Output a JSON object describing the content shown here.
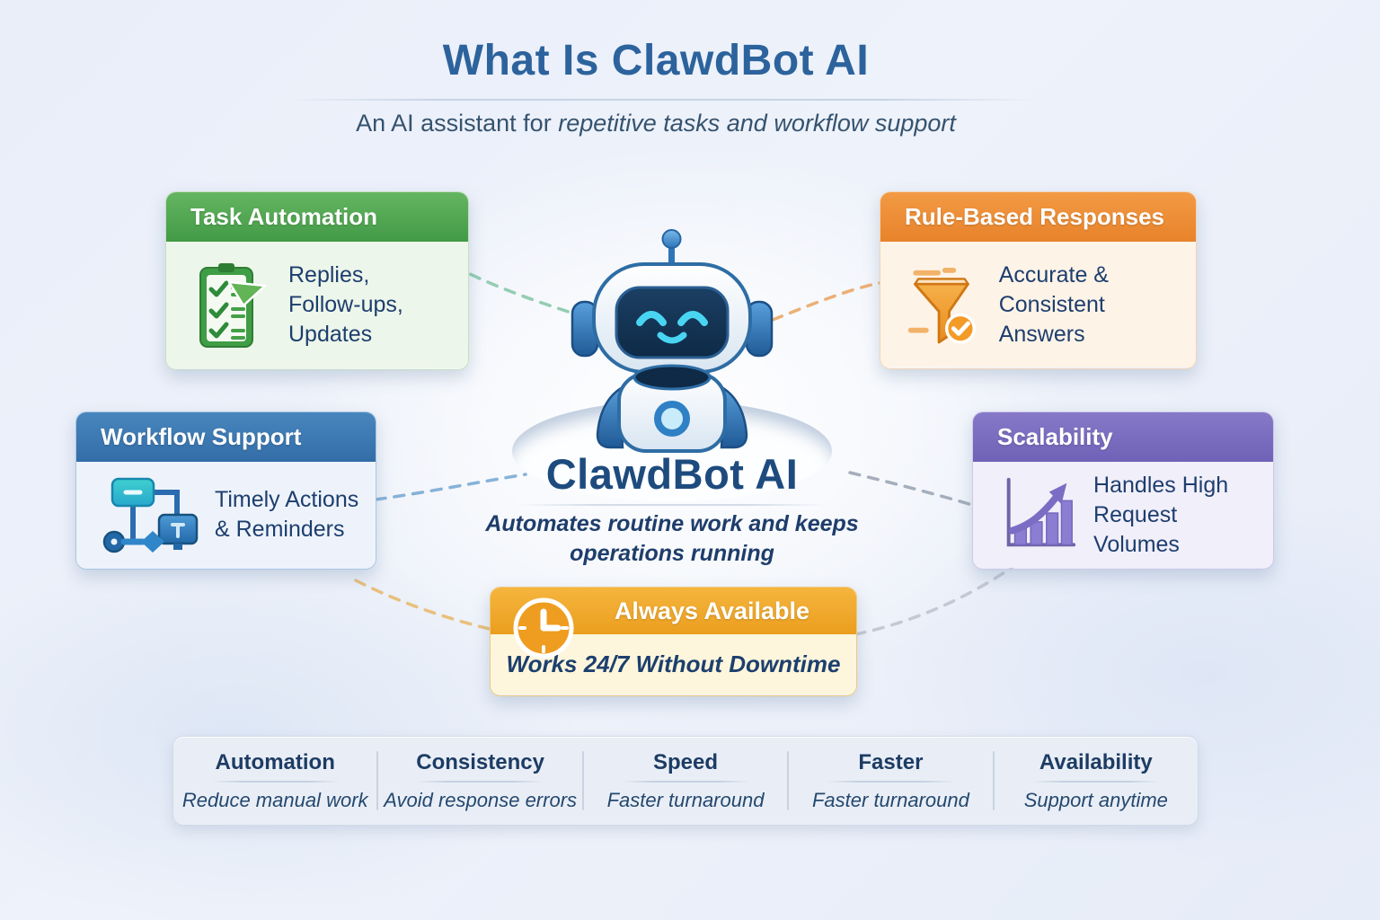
{
  "page": {
    "background_color": "#edf1f8",
    "title": "What Is ClawdBot AI",
    "title_color": "#2c639c",
    "subtitle_prefix": "An AI assistant for ",
    "subtitle_emphasis": "repetitive tasks and workflow support"
  },
  "center": {
    "robot_icon": "robot-mascot",
    "name": "ClawdBot AI",
    "tagline_line1": "Automates routine work and keeps",
    "tagline_line2": "operations running"
  },
  "cards": {
    "task_automation": {
      "title": "Task Automation",
      "icon": "checklist-icon",
      "accent": "#4aa44d",
      "line1": "Replies,",
      "line2": "Follow-ups,",
      "line3": "Updates"
    },
    "rule_based_responses": {
      "title": "Rule-Based Responses",
      "icon": "funnel-check-icon",
      "accent": "#ed8a32",
      "line1": "Accurate &",
      "line2": "Consistent Answers"
    },
    "workflow_support": {
      "title": "Workflow Support",
      "icon": "flowchart-icon",
      "accent": "#3d7ab4",
      "line1": "Timely Actions",
      "line2": "& Reminders"
    },
    "scalability": {
      "title": "Scalability",
      "icon": "growth-chart-icon",
      "accent": "#7568bd",
      "line1": "Handles High",
      "line2": "Request Volumes"
    },
    "always_available": {
      "title": "Always Available",
      "icon": "clock-icon",
      "accent": "#efa72c",
      "body": "Works 24/7 Without Downtime"
    }
  },
  "benefits": {
    "items": [
      {
        "title": "Automation",
        "subtitle": "Reduce manual work"
      },
      {
        "title": "Consistency",
        "subtitle": "Avoid response errors"
      },
      {
        "title": "Speed",
        "subtitle": "Faster turnaround"
      },
      {
        "title": "Faster",
        "subtitle": "Faster turnaround"
      },
      {
        "title": "Availability",
        "subtitle": "Support anytime"
      }
    ]
  }
}
